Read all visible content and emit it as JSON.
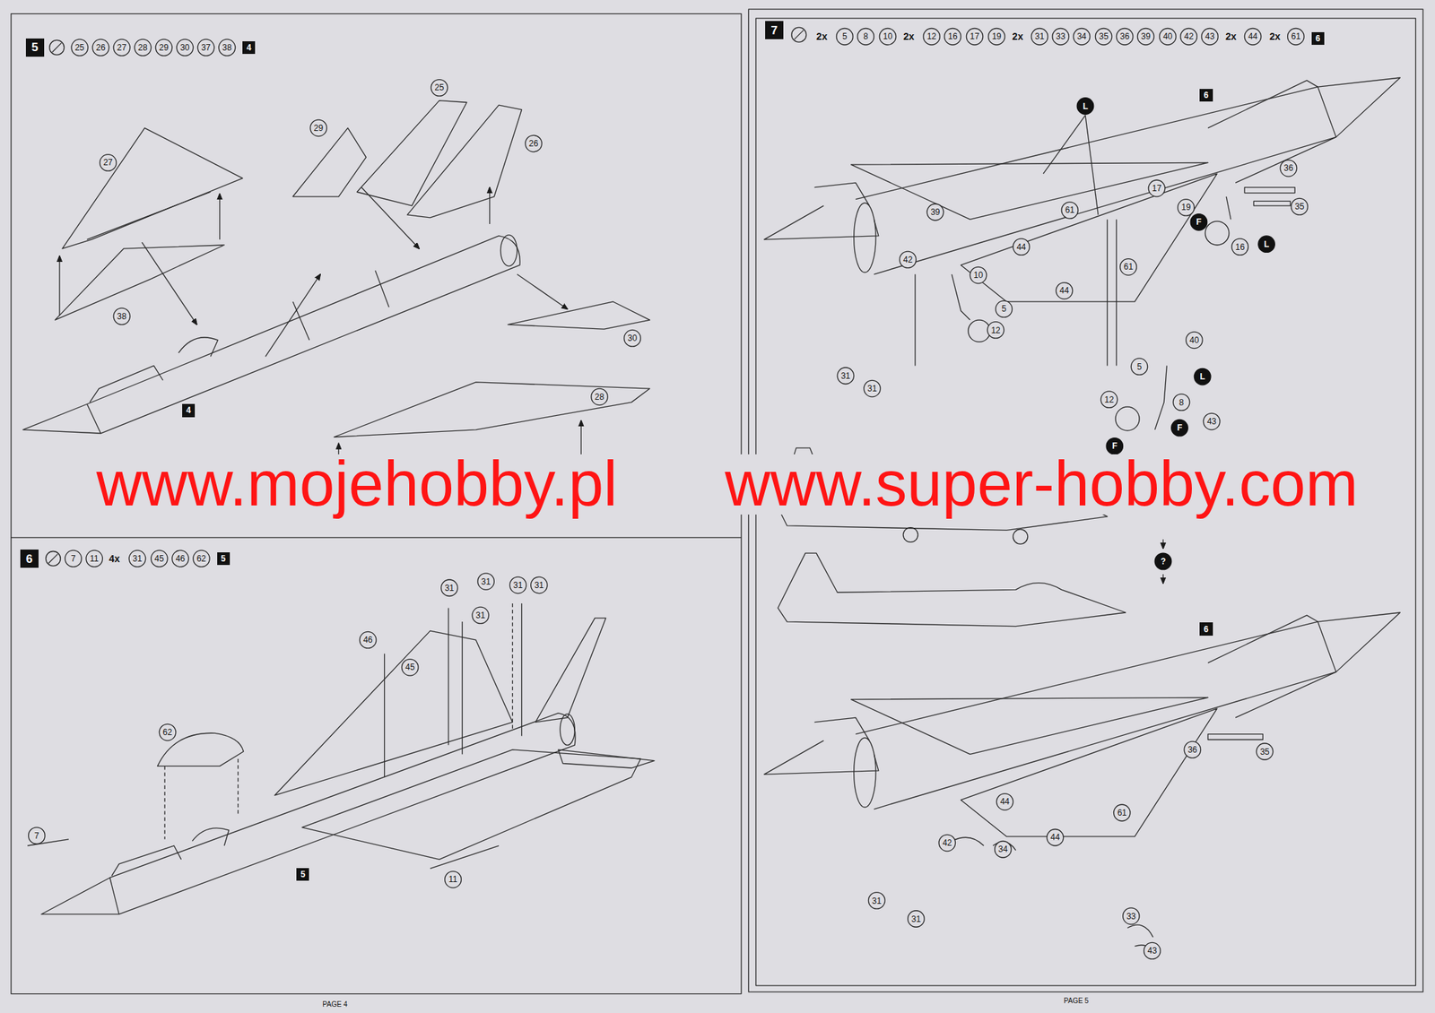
{
  "diagram": {
    "nodes": [
      {
        "text": [
          "5"
        ]
      },
      {
        "text": [
          "4"
        ]
      },
      {
        "text": [
          "4"
        ]
      },
      {
        "text": [
          "6"
        ]
      },
      {
        "text": [
          "5"
        ]
      },
      {
        "text": [
          "5"
        ]
      },
      {
        "text": [
          "7"
        ]
      },
      {
        "text": [
          "6"
        ]
      },
      {
        "text": [
          "6"
        ]
      },
      {
        "text": [
          "6"
        ]
      }
    ],
    "labels": [
      "25",
      "26",
      "27",
      "28",
      "29",
      "30",
      "37",
      "38",
      "27",
      "29",
      "25",
      "26",
      "38",
      "30",
      "28",
      "37",
      "7",
      "11",
      "4x",
      "31",
      "45",
      "46",
      "62",
      "31",
      "31",
      "31",
      "31",
      "31",
      "46",
      "45",
      "62",
      "7",
      "11",
      "2x",
      "5",
      "8",
      "10",
      "2x",
      "12",
      "16",
      "17",
      "19",
      "2x",
      "31",
      "33",
      "34",
      "35",
      "36",
      "39",
      "40",
      "42",
      "43",
      "2x",
      "44",
      "2x",
      "61",
      "L",
      "36",
      "35",
      "17",
      "19",
      "F",
      "16",
      "L",
      "39",
      "61",
      "44",
      "42",
      "10",
      "5",
      "12",
      "44",
      "61",
      "31",
      "31",
      "5",
      "40",
      "L",
      "12",
      "8",
      "43",
      "F",
      "F",
      "?",
      "36",
      "35",
      "44",
      "44",
      "61",
      "42",
      "34",
      "31",
      "31",
      "33",
      "43",
      "www.mojehobby.pl",
      "www.super-hobby.com",
      "PAGE 4",
      "PAGE 5"
    ]
  }
}
